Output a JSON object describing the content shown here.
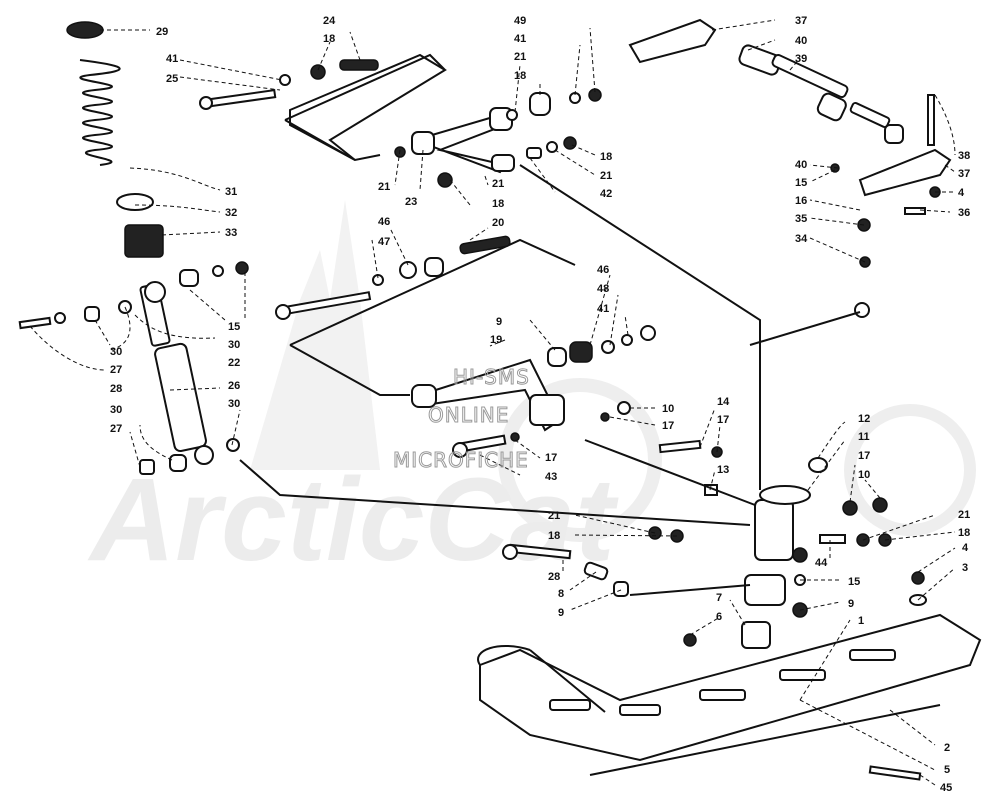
{
  "watermark": {
    "line1": "HI-SMS",
    "line2": "ONLINE",
    "line3": "MICROFICHE",
    "logo": "ArcticCat"
  },
  "callouts": [
    {
      "id": "c29",
      "label": "29"
    },
    {
      "id": "c41a",
      "label": "41"
    },
    {
      "id": "c25",
      "label": "25"
    },
    {
      "id": "c31",
      "label": "31"
    },
    {
      "id": "c32",
      "label": "32"
    },
    {
      "id": "c33",
      "label": "33"
    },
    {
      "id": "c15a",
      "label": "15"
    },
    {
      "id": "c30a",
      "label": "30"
    },
    {
      "id": "c22",
      "label": "22"
    },
    {
      "id": "c30b",
      "label": "30"
    },
    {
      "id": "c27a",
      "label": "27"
    },
    {
      "id": "c28a",
      "label": "28"
    },
    {
      "id": "c26",
      "label": "26"
    },
    {
      "id": "c30c",
      "label": "30"
    },
    {
      "id": "c30d",
      "label": "30"
    },
    {
      "id": "c27b",
      "label": "27"
    },
    {
      "id": "c24",
      "label": "24"
    },
    {
      "id": "c18a",
      "label": "18"
    },
    {
      "id": "c49",
      "label": "49"
    },
    {
      "id": "c41b",
      "label": "41"
    },
    {
      "id": "c21a",
      "label": "21"
    },
    {
      "id": "c18b",
      "label": "18"
    },
    {
      "id": "c21b",
      "label": "21"
    },
    {
      "id": "c23",
      "label": "23"
    },
    {
      "id": "c21c",
      "label": "21"
    },
    {
      "id": "c18c",
      "label": "18"
    },
    {
      "id": "c18d",
      "label": "18"
    },
    {
      "id": "c21d",
      "label": "21"
    },
    {
      "id": "c42",
      "label": "42"
    },
    {
      "id": "c46a",
      "label": "46"
    },
    {
      "id": "c47",
      "label": "47"
    },
    {
      "id": "c20",
      "label": "20"
    },
    {
      "id": "c46b",
      "label": "46"
    },
    {
      "id": "c48",
      "label": "48"
    },
    {
      "id": "c41c",
      "label": "41"
    },
    {
      "id": "c9a",
      "label": "9"
    },
    {
      "id": "c19",
      "label": "19"
    },
    {
      "id": "c10a",
      "label": "10"
    },
    {
      "id": "c17a",
      "label": "17"
    },
    {
      "id": "c17b",
      "label": "17"
    },
    {
      "id": "c43",
      "label": "43"
    },
    {
      "id": "c37a",
      "label": "37"
    },
    {
      "id": "c40a",
      "label": "40"
    },
    {
      "id": "c39",
      "label": "39"
    },
    {
      "id": "c38",
      "label": "38"
    },
    {
      "id": "c40b",
      "label": "40"
    },
    {
      "id": "c37b",
      "label": "37"
    },
    {
      "id": "c15b",
      "label": "15"
    },
    {
      "id": "c4a",
      "label": "4"
    },
    {
      "id": "c16",
      "label": "16"
    },
    {
      "id": "c36",
      "label": "36"
    },
    {
      "id": "c35",
      "label": "35"
    },
    {
      "id": "c34",
      "label": "34"
    },
    {
      "id": "c14",
      "label": "14"
    },
    {
      "id": "c17c",
      "label": "17"
    },
    {
      "id": "c12",
      "label": "12"
    },
    {
      "id": "c11",
      "label": "11"
    },
    {
      "id": "c17d",
      "label": "17"
    },
    {
      "id": "c10b",
      "label": "10"
    },
    {
      "id": "c13",
      "label": "13"
    },
    {
      "id": "c21e",
      "label": "21"
    },
    {
      "id": "c18e",
      "label": "18"
    },
    {
      "id": "c21f",
      "label": "21"
    },
    {
      "id": "c18f",
      "label": "18"
    },
    {
      "id": "c44",
      "label": "44"
    },
    {
      "id": "c28b",
      "label": "28"
    },
    {
      "id": "c15c",
      "label": "15"
    },
    {
      "id": "c4b",
      "label": "4"
    },
    {
      "id": "c3",
      "label": "3"
    },
    {
      "id": "c8",
      "label": "8"
    },
    {
      "id": "c9b",
      "label": "9"
    },
    {
      "id": "c9c",
      "label": "9"
    },
    {
      "id": "c7",
      "label": "7"
    },
    {
      "id": "c6",
      "label": "6"
    },
    {
      "id": "c1",
      "label": "1"
    },
    {
      "id": "c2",
      "label": "2"
    },
    {
      "id": "c5",
      "label": "5"
    },
    {
      "id": "c45",
      "label": "45"
    }
  ]
}
